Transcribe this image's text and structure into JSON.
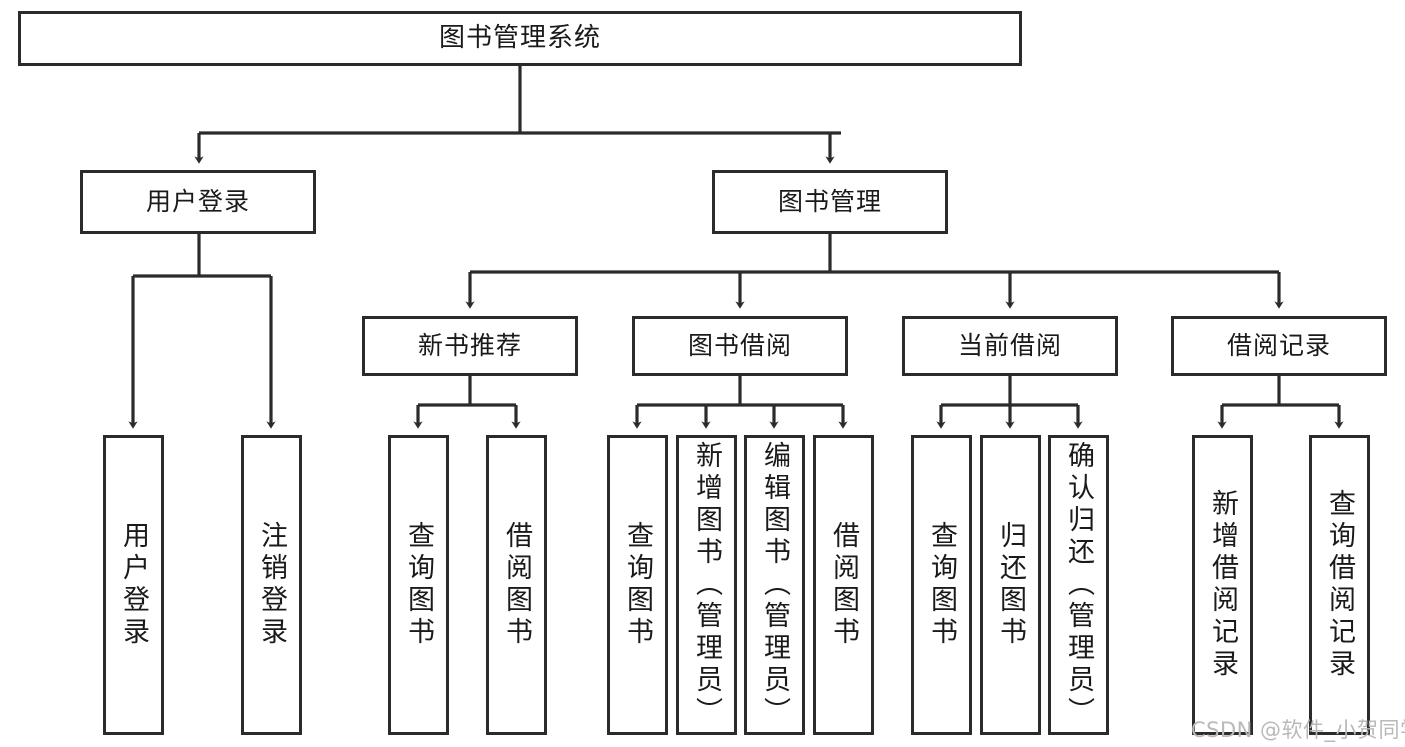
{
  "diagram": {
    "title": "图书管理系统",
    "root": {
      "label": "图书管理系统"
    },
    "level1": [
      {
        "label": "用户登录"
      },
      {
        "label": "图书管理"
      }
    ],
    "level2": [
      {
        "label": "新书推荐"
      },
      {
        "label": "图书借阅"
      },
      {
        "label": "当前借阅"
      },
      {
        "label": "借阅记录"
      }
    ],
    "leaves": [
      {
        "label": "用户登录",
        "parent": "用户登录"
      },
      {
        "label": "注销登录",
        "parent": "用户登录"
      },
      {
        "label": "查询图书",
        "parent": "新书推荐"
      },
      {
        "label": "借阅图书",
        "parent": "新书推荐"
      },
      {
        "label": "查询图书",
        "parent": "图书借阅"
      },
      {
        "label": "新增图书（管理员）",
        "parent": "图书借阅"
      },
      {
        "label": "编辑图书（管理员）",
        "parent": "图书借阅"
      },
      {
        "label": "借阅图书",
        "parent": "图书借阅"
      },
      {
        "label": "查询图书",
        "parent": "当前借阅"
      },
      {
        "label": "归还图书",
        "parent": "当前借阅"
      },
      {
        "label": "确认归还（管理员）",
        "parent": "当前借阅"
      },
      {
        "label": "新增借阅记录",
        "parent": "借阅记录"
      },
      {
        "label": "查询借阅记录",
        "parent": "借阅记录"
      }
    ]
  },
  "watermark": {
    "text": "CSDN @软件_小贺同学"
  },
  "colors": {
    "stroke": "#2b2b2b",
    "text": "#1a1a1a",
    "background": "#ffffff",
    "watermark": "#b9b9b9"
  }
}
